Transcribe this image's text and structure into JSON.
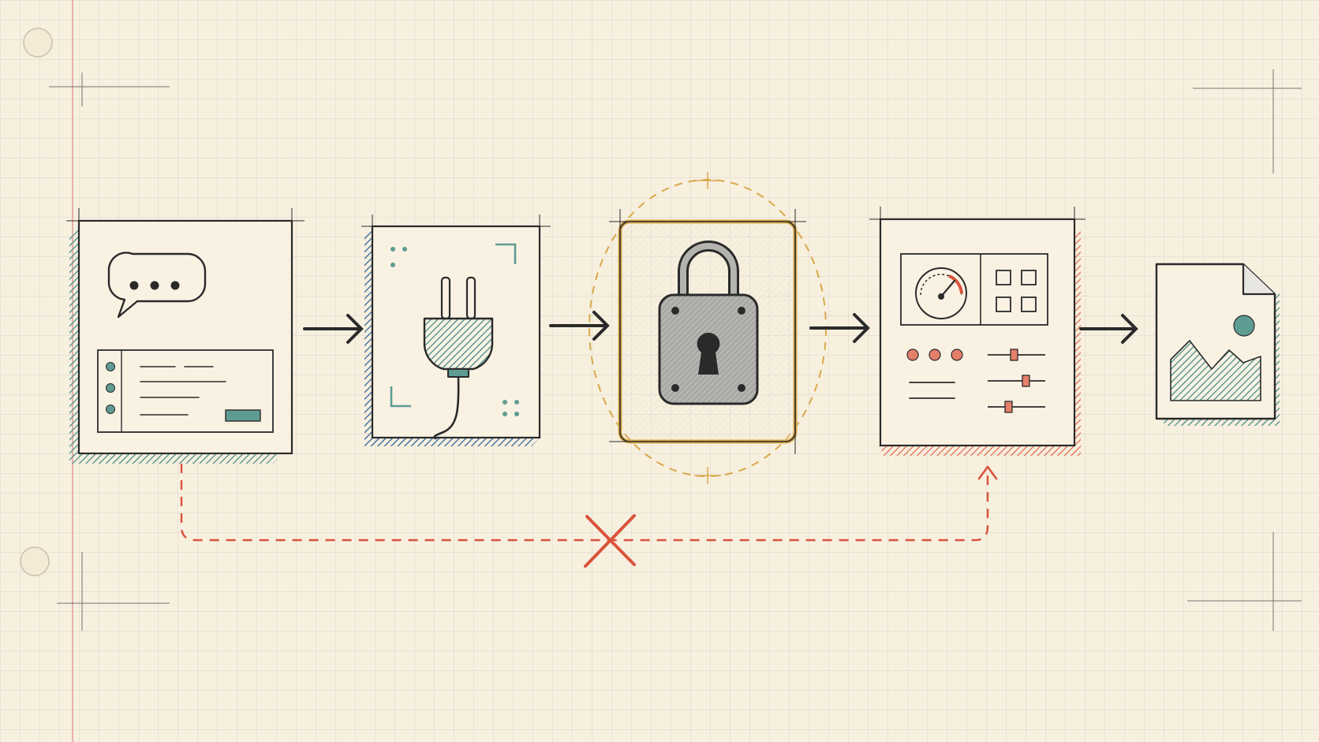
{
  "diagram": {
    "stages": [
      {
        "id": "chat-ui",
        "icon": "speech-bubble-window-icon"
      },
      {
        "id": "connector",
        "icon": "plug-icon"
      },
      {
        "id": "security",
        "icon": "padlock-icon"
      },
      {
        "id": "dashboard",
        "icon": "gauge-dashboard-icon"
      },
      {
        "id": "output-file",
        "icon": "image-file-icon"
      }
    ],
    "flow": [
      "chat-ui",
      "connector",
      "security",
      "dashboard",
      "output-file"
    ],
    "blocked_bypass": {
      "from": "chat-ui",
      "to": "dashboard",
      "status": "blocked"
    },
    "colors": {
      "paper": "#f8f0df",
      "ink": "#2a2a2a",
      "teal": "#5e9c93",
      "blue": "#4a78a8",
      "gold": "#d8a84a",
      "red": "#d9533c",
      "salmon": "#e47f6a",
      "margin_line": "#e29a9a",
      "lock_gray": "#a9a9a6"
    }
  }
}
